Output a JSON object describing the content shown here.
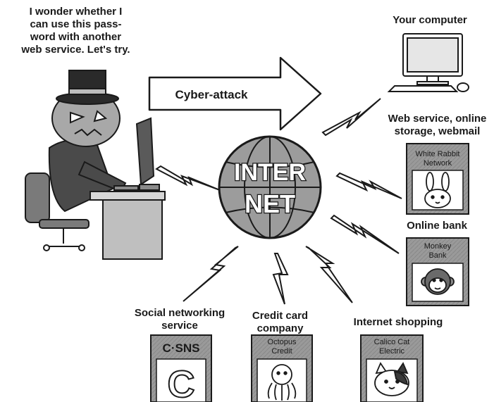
{
  "speech": [
    "I wonder whether I",
    "can use this pass-",
    "word with another",
    "web service. Let's try."
  ],
  "arrow_label": "Cyber-attack",
  "center": {
    "line1": "INTER",
    "line2": "NET"
  },
  "your_computer": "Your computer",
  "web_service": {
    "label_line1": "Web service, online",
    "label_line2": "storage, webmail",
    "card_line1": "White Rabbit",
    "card_line2": "Network"
  },
  "online_bank": {
    "label": "Online bank",
    "card_line1": "Monkey",
    "card_line2": "Bank"
  },
  "sns": {
    "label_line1": "Social networking",
    "label_line2": "service",
    "card_title": "C·SNS",
    "logo_letter": "C"
  },
  "credit": {
    "label_line1": "Credit card",
    "label_line2": "company",
    "card_line1": "Octopus",
    "card_line2": "Credit"
  },
  "shopping": {
    "label": "Internet shopping",
    "card_line1": "Calico Cat",
    "card_line2": "Electric"
  }
}
